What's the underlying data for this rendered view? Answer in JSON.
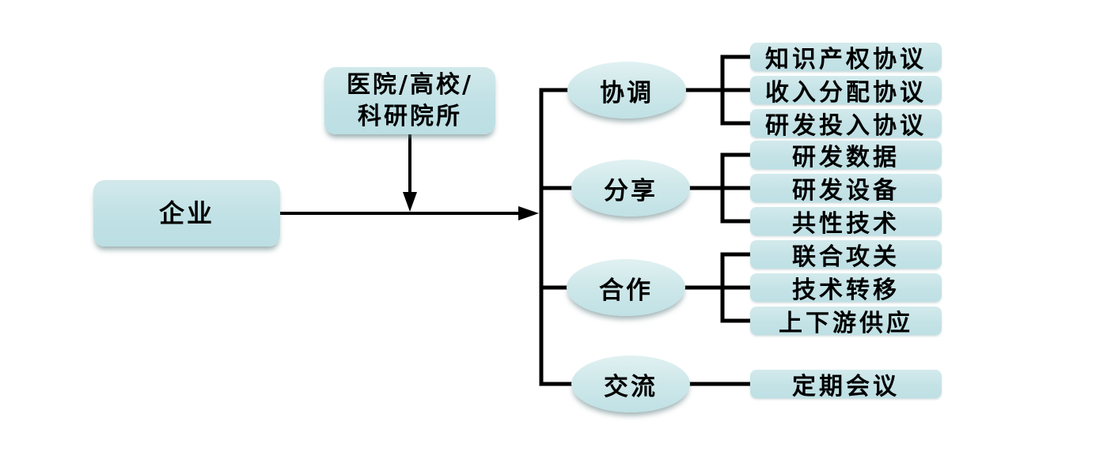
{
  "diagram": {
    "root": {
      "label": "企业"
    },
    "partner": {
      "label_line1": "医院/高校/",
      "label_line2": "科研院所"
    },
    "branches": [
      {
        "label": "协调",
        "children": [
          "知识产权协议",
          "收入分配协议",
          "研发投入协议"
        ]
      },
      {
        "label": "分享",
        "children": [
          "研发数据",
          "研发设备",
          "共性技术"
        ]
      },
      {
        "label": "合作",
        "children": [
          "联合攻关",
          "技术转移",
          "上下游供应"
        ]
      },
      {
        "label": "交流",
        "children": [
          "定期会议"
        ]
      }
    ],
    "colors": {
      "node_fill": "#c3e2e6",
      "node_fill_light": "#dff0f1",
      "line": "#000000",
      "text": "#000000",
      "background": "#ffffff"
    }
  }
}
